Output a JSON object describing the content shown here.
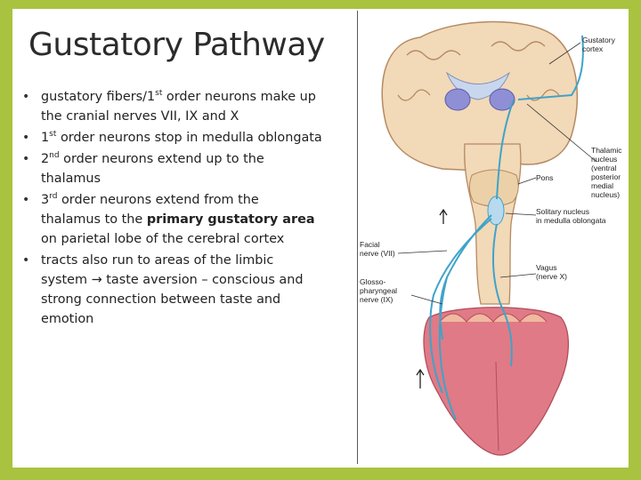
{
  "slide": {
    "title": "Gustatory Pathway",
    "bullets": [
      {
        "pre": "gustatory fibers/1",
        "sup": "st",
        "post": " order neurons make up the  cranial nerves VII, IX and X"
      },
      {
        "pre": "1",
        "sup": "st",
        "post": " order neurons stop in medulla oblongata"
      },
      {
        "pre": "2",
        "sup": "nd",
        "post": " order neurons extend up to the thalamus"
      },
      {
        "pre": "3",
        "sup": "rd",
        "post": " order neurons extend from the thalamus to the ",
        "bold": "primary gustatory area",
        "tail": " on parietal lobe of the cerebral cortex"
      },
      {
        "pre": "tracts also run to areas of the limbic system ",
        "arrow": "→",
        "post": " taste aversion – conscious and strong connection between taste and emotion"
      }
    ]
  },
  "diagram": {
    "labels": {
      "gustatory_cortex": [
        "Gustatory",
        "cortex"
      ],
      "thalamic_nucleus": [
        "Thalamic",
        "nucleus",
        "(ventral",
        "posterior",
        "medial",
        "nucleus)"
      ],
      "pons": "Pons",
      "solitary_nucleus": [
        "Solitary nucleus",
        "in medulla oblongata"
      ],
      "facial_nerve": [
        "Facial",
        "nerve (VII)"
      ],
      "vagus_nerve": [
        "Vagus",
        "(nerve X)"
      ],
      "glossopharyngeal_nerve": [
        "Glosso-",
        "pharyngeal",
        "nerve (IX)"
      ]
    },
    "colors": {
      "pathway": "#3fa3c9",
      "brain": "#f2d9b8",
      "brain_outline": "#b48a62",
      "thalamus": "#8f8fd6",
      "tongue": "#e07a86",
      "frame": "#a9c23f"
    }
  }
}
